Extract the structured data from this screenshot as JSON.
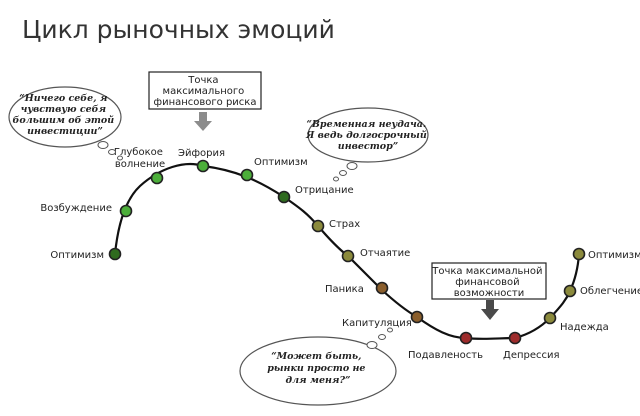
{
  "title": "Цикл рыночных эмоций",
  "stages": [
    {
      "label": "Оптимизм",
      "color": "green-dark"
    },
    {
      "label": "Возбуждение",
      "color": "green"
    },
    {
      "label": "Глубокое волнение",
      "color": "green"
    },
    {
      "label": "Эйфория",
      "color": "green"
    },
    {
      "label": "Оптимизм",
      "color": "green"
    },
    {
      "label": "Отрицание",
      "color": "green-dark"
    },
    {
      "label": "Страх",
      "color": "olive"
    },
    {
      "label": "Отчаятие",
      "color": "olive"
    },
    {
      "label": "Паника",
      "color": "brown"
    },
    {
      "label": "Капитуляция",
      "color": "brown"
    },
    {
      "label": "Подавленость",
      "color": "red"
    },
    {
      "label": "Депрессия",
      "color": "red"
    },
    {
      "label": "Надежда",
      "color": "olive"
    },
    {
      "label": "Облегчение",
      "color": "olive"
    },
    {
      "label": "Оптимизм",
      "color": "olive"
    }
  ],
  "callouts": {
    "max_risk": [
      "Точка",
      "максимального",
      "финансового риска"
    ],
    "max_opportunity": [
      "Точка максимальной",
      "финансовой",
      "возможности"
    ]
  },
  "thoughts": [
    [
      "“Ничего себе, я",
      "чувствую себя",
      "большим об этой",
      "инвестиции”"
    ],
    [
      "“Временная неудача.",
      "Я ведь долгосрочный",
      "инвестор”"
    ],
    [
      "“Может быть,",
      "рынки просто не",
      "для меня?”"
    ]
  ],
  "colors": {
    "green-dark": "#2f6b1f",
    "green": "#4caf3a",
    "olive": "#8b8a3c",
    "brown": "#8a5e2c",
    "red": "#9e2c2c",
    "curve": "#111111",
    "callout_arrow": "#8c8c8c",
    "callout_arrow_dark": "#4a4a4a"
  }
}
